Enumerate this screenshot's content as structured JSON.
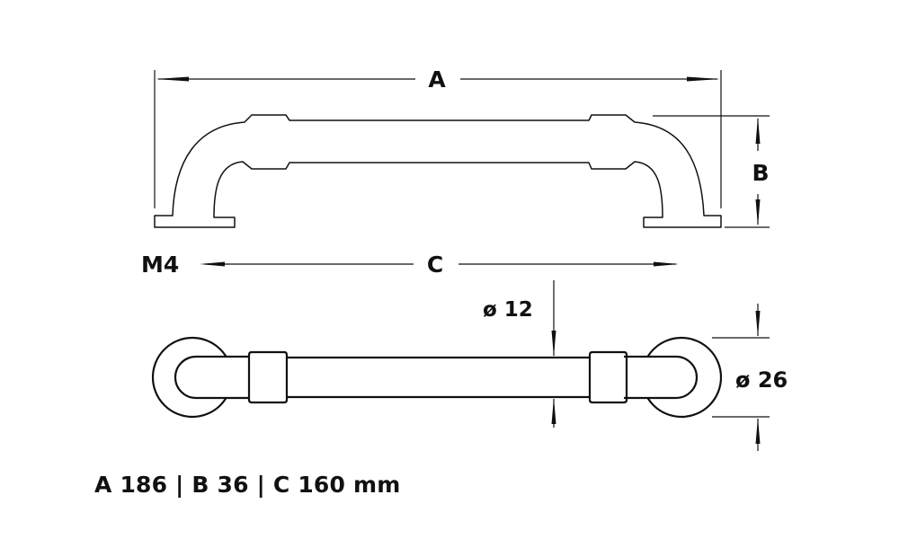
{
  "labels": {
    "a": "A",
    "b": "B",
    "c": "C",
    "thread": "M4",
    "bar_diameter": "ø 12",
    "base_diameter": "ø 26"
  },
  "spec_line": "A 186 | B 36 | C 160 mm",
  "colors": {
    "line": "#111111",
    "background": "#ffffff"
  }
}
